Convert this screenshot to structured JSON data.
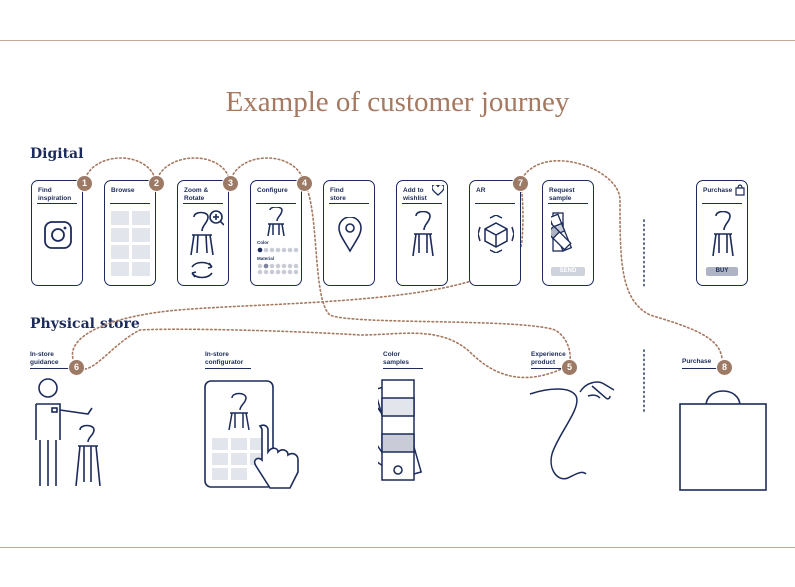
{
  "title": "Example of customer journey",
  "sections": {
    "digital": "Digital",
    "physical": "Physical store"
  },
  "digital_steps": [
    {
      "label": "Find\ninspiration",
      "badge": "1",
      "icon": "instagram-icon"
    },
    {
      "label": "Browse",
      "icon": "grid-icon"
    },
    {
      "label": "Zoom &\nRotate",
      "badge": "2",
      "icon": "chair-rotate-icon"
    },
    {
      "label": "Configure",
      "badge": "3",
      "icon": "chair-config-icon",
      "color_label": "Color",
      "material_label": "Material"
    },
    {
      "label": "Find\nstore",
      "badge": "4",
      "icon": "map-pin-icon"
    },
    {
      "label": "Add to\nwishlist",
      "icon": "chair-heart-icon"
    },
    {
      "label": "AR",
      "icon": "ar-cube-icon"
    },
    {
      "label": "Request\nsample",
      "badge": "7",
      "icon": "swatch-icon",
      "button": "SEND"
    },
    {
      "label": "Purchase",
      "icon": "chair-bag-icon",
      "button": "BUY"
    }
  ],
  "physical_steps": [
    {
      "label": "In-store\nguidance",
      "badge": "6",
      "icon": "person-chair-icon"
    },
    {
      "label": "In-store\nconfigurator",
      "icon": "touchscreen-icon"
    },
    {
      "label": "Color\nsamples",
      "icon": "color-fan-icon"
    },
    {
      "label": "Experience\nproduct",
      "badge": "5",
      "icon": "hand-touch-icon"
    },
    {
      "label": "Purchase",
      "badge": "8",
      "icon": "shopping-bag-icon"
    }
  ],
  "colors": {
    "navy": "#1c2b5a",
    "accent": "#9c7a66",
    "title": "#a57860"
  }
}
